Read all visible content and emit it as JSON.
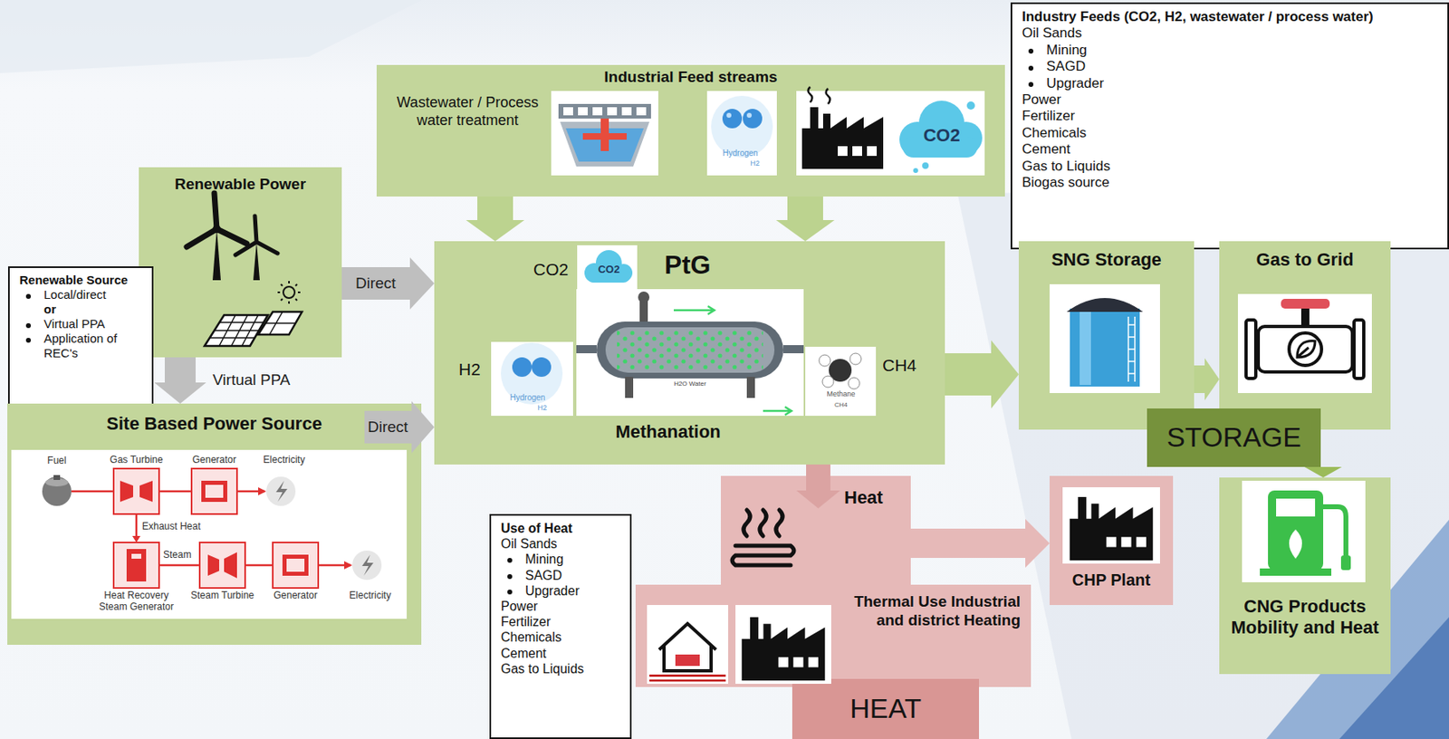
{
  "diagram": {
    "nodes": [
      {
        "text": [
          "Industrial Feed streams",
          "Wastewater / Process water treatment"
        ]
      },
      {
        "text": [
          "Industry Feeds (CO2, H2, wastewater / process water)",
          "Oil Sands",
          "Mining",
          "SAGD",
          "Upgrader",
          "Power",
          "Fertilizer",
          "Chemicals",
          "Cement",
          "Gas to Liquids",
          "Biogas source"
        ]
      },
      {
        "text": [
          "Renewable Power"
        ]
      },
      {
        "text": [
          "Renewable Source",
          "Local/direct",
          "or",
          "Virtual PPA",
          "Application of REC's"
        ]
      },
      {
        "text": [
          "PtG",
          "CO2",
          "H2",
          "CH4",
          "Methanation"
        ]
      },
      {
        "text": [
          "Site Based Power Source"
        ]
      },
      {
        "text": [
          "SNG Storage"
        ]
      },
      {
        "text": [
          "Gas to Grid"
        ]
      },
      {
        "text": [
          "STORAGE"
        ]
      },
      {
        "text": [
          "CNG Products Mobility and Heat"
        ]
      },
      {
        "text": [
          "Heat"
        ]
      },
      {
        "text": [
          "Thermal Use Industrial and district Heating"
        ]
      },
      {
        "text": [
          "HEAT"
        ]
      },
      {
        "text": [
          "CHP Plant"
        ]
      },
      {
        "text": [
          "Use of Heat",
          "Oil Sands",
          "Mining",
          "SAGD",
          "Upgrader",
          "Power",
          "Fertilizer",
          "Chemicals",
          "Cement",
          "Gas to Liquids"
        ]
      }
    ],
    "edges": [
      {
        "from": 0,
        "to": 4,
        "arrow": "to"
      },
      {
        "from": 0,
        "to": 4,
        "arrow": "to"
      },
      {
        "from": 2,
        "to": 4,
        "label": "Direct",
        "arrow": "to"
      },
      {
        "from": 2,
        "to": 5,
        "label": "Virtual PPA",
        "arrow": "to"
      },
      {
        "from": 5,
        "to": 4,
        "label": "Direct",
        "arrow": "to"
      },
      {
        "from": 4,
        "to": 6,
        "arrow": "to"
      },
      {
        "from": 6,
        "to": 7,
        "arrow": "to"
      },
      {
        "from": 8,
        "to": 9,
        "arrow": "to"
      },
      {
        "from": 4,
        "to": 10,
        "arrow": "to"
      },
      {
        "from": 10,
        "to": 13,
        "arrow": "to"
      }
    ],
    "labels": [
      "Fuel",
      "Gas Turbine",
      "Generator",
      "Electricity",
      "Exhaust Heat",
      "Steam",
      "Heat Recovery Steam Generator",
      "Steam Turbine",
      "Generator",
      "Electricity",
      "Hydrogen",
      "H2",
      "CO2",
      "CO2",
      "Hydrogen",
      "H2",
      "H2O Water",
      "Methane",
      "CH4"
    ]
  }
}
